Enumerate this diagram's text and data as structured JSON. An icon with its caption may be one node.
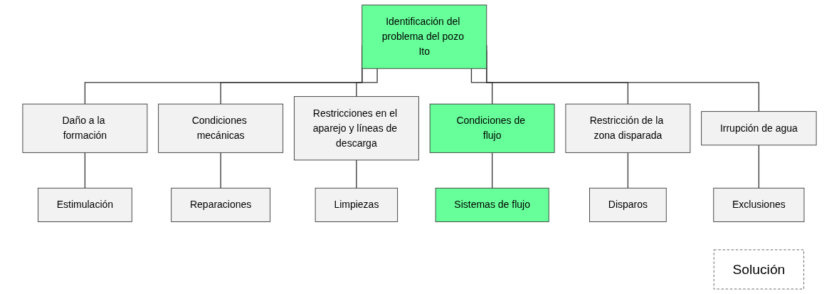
{
  "diagram": {
    "nodes": [
      {
        "text": [
          "Identificación del problema del pozo Ito"
        ]
      },
      {
        "text": [
          "Daño a la formación"
        ]
      },
      {
        "text": [
          "Condiciones mecánicas"
        ]
      },
      {
        "text": [
          "Restricciones en el aparejo y líneas de descarga"
        ]
      },
      {
        "text": [
          "Condiciones de flujo"
        ]
      },
      {
        "text": [
          "Restricción de la zona disparada"
        ]
      },
      {
        "text": [
          "Irrupción de agua"
        ]
      },
      {
        "text": [
          "Solución"
        ]
      },
      {
        "text": [
          "Estimulación"
        ]
      },
      {
        "text": [
          "Reparaciones"
        ]
      },
      {
        "text": [
          "Limpiezas"
        ]
      },
      {
        "text": [
          "Sistemas de flujo"
        ]
      },
      {
        "text": [
          "Disparos"
        ]
      },
      {
        "text": [
          "Exclusiones"
        ]
      }
    ],
    "edges": [
      {
        "from": 0,
        "to": 1,
        "arrow": "none"
      },
      {
        "from": 0,
        "to": 2,
        "arrow": "none"
      },
      {
        "from": 0,
        "to": 3,
        "arrow": "none"
      },
      {
        "from": 0,
        "to": 4,
        "arrow": "none"
      },
      {
        "from": 0,
        "to": 5,
        "arrow": "none"
      },
      {
        "from": 0,
        "to": 6,
        "arrow": "none"
      },
      {
        "from": 1,
        "to": 8,
        "arrow": "none"
      },
      {
        "from": 2,
        "to": 9,
        "arrow": "none"
      },
      {
        "from": 3,
        "to": 10,
        "arrow": "none"
      },
      {
        "from": 4,
        "to": 11,
        "arrow": "none"
      },
      {
        "from": 5,
        "to": 12,
        "arrow": "none"
      },
      {
        "from": 6,
        "to": 13,
        "arrow": "none"
      }
    ]
  }
}
